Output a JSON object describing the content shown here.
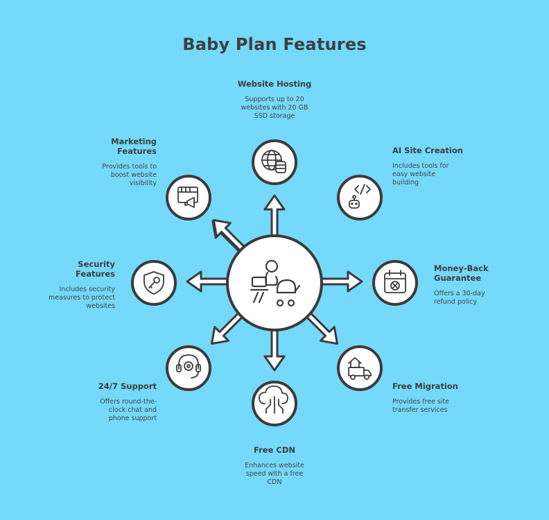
{
  "title": "Baby Plan Features",
  "colors": {
    "background": "#74d9fb",
    "stroke": "#3b3b3b",
    "fill": "#ffffff"
  },
  "center": {
    "icon": "person-laptop-stroller-icon"
  },
  "features": [
    {
      "id": "website-hosting",
      "title": "Website Hosting",
      "description": "Supports up to 20 websites with 20 GB SSD storage",
      "icon": "globe-database-icon"
    },
    {
      "id": "ai-site-creation",
      "title": "AI Site Creation",
      "description": "Includes tools for easy website building",
      "icon": "robot-code-icon"
    },
    {
      "id": "money-back",
      "title": "Money-Back Guarantee",
      "description": "Offers a 30-day refund policy",
      "icon": "calendar-cancel-icon"
    },
    {
      "id": "free-migration",
      "title": "Free Migration",
      "description": "Provides free site transfer services",
      "icon": "moving-truck-icon"
    },
    {
      "id": "free-cdn",
      "title": "Free CDN",
      "description": "Enhances website speed with a free CDN",
      "icon": "cloud-network-icon"
    },
    {
      "id": "support",
      "title": "24/7 Support",
      "description": "Offers round-the-clock chat and phone support",
      "icon": "headset-gear-icon"
    },
    {
      "id": "security",
      "title": "Security Features",
      "description": "Includes security measures to protect websites",
      "icon": "shield-key-icon"
    },
    {
      "id": "marketing",
      "title": "Marketing Features",
      "description": "Provides tools to boost website visibility",
      "icon": "browser-megaphone-icon"
    }
  ]
}
